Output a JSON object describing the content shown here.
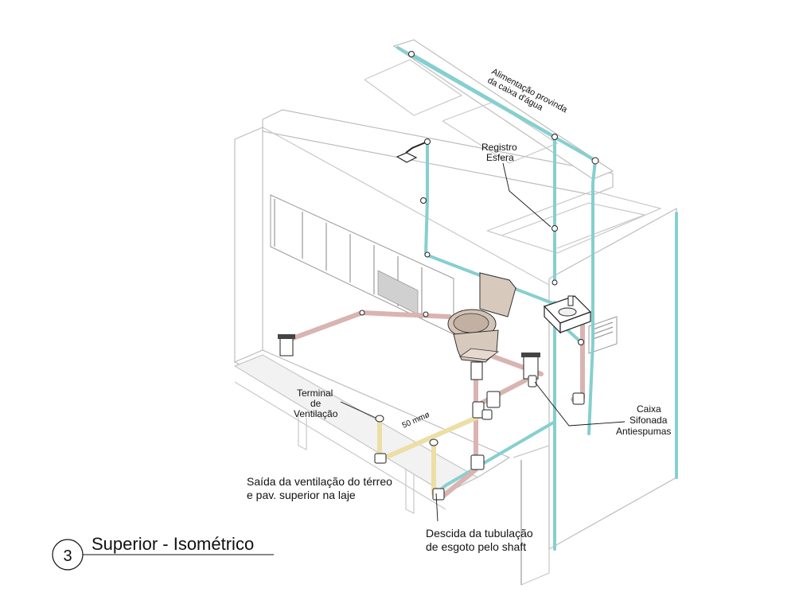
{
  "title": {
    "number": "3",
    "text": "Superior - Isométrico"
  },
  "labels": {
    "supply_line1": "Alimentação provinda",
    "supply_line2": "da caixa d'água",
    "valve_line1": "Registro",
    "valve_line2": "Esfera",
    "vent_line1": "Terminal",
    "vent_line2": "de",
    "vent_line3": "Ventilação",
    "pipe_size": "50 mmø",
    "trap_line1": "Caixa",
    "trap_line2": "Sifonada",
    "trap_line3": "Antiespumas",
    "exit_line1": "Saída da ventilação do térreo",
    "exit_line2": "e pav. superior na laje",
    "shaft_line1": "Descida da tubulação",
    "shaft_line2": "de esgoto pelo shaft"
  },
  "colors": {
    "cold_water": "#86cfcf",
    "sewer": "#d9b4b0",
    "ventilation": "#ecdfa6",
    "fixture": "#d8c9bd"
  }
}
